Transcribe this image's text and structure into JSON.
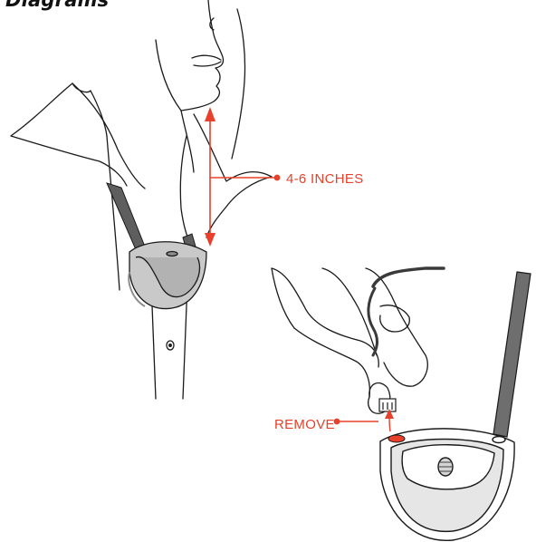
{
  "header": {
    "title": "Diagrams"
  },
  "callouts": {
    "measure": "4-6 INCHES",
    "remove": "REMOVE"
  },
  "colors": {
    "accent": "#e8402a",
    "ink": "#1a1a1a",
    "device_fill": "#c9c9c9",
    "device_shadow": "#8d8d8d",
    "strap": "#6e6e6e"
  },
  "icons": [
    "collar-device-icon",
    "hand-icon",
    "strap-icon",
    "arrow-icon"
  ]
}
